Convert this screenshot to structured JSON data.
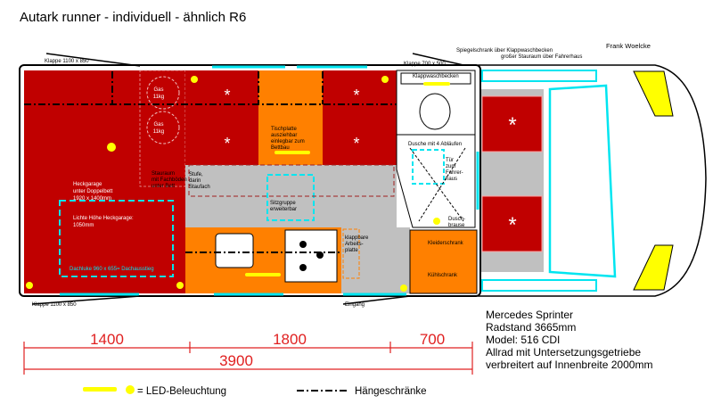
{
  "title": "Autark runner - individuell -  ähnlich R6",
  "author": "Frank Woelcke",
  "labels": {
    "klappe_top_left": "Klappe 1100 x 850",
    "klappe_bottom_left": "Klappe 1100 x 850",
    "klappe_top_right": "Klappe 700 x 500",
    "spiegelschrank": "Spiegelschrank über Klappwaschbecken",
    "stauraum_fahrerhaus": "großer Stauraum über Fahrerhaus",
    "klappwaschbecken": "Klappwaschbecken",
    "gas1": [
      "Gas",
      "11kg"
    ],
    "gas2": [
      "Gas",
      "11kg"
    ],
    "heckgarage": [
      "Heckgarage",
      "unter Doppelbett",
      "1920 x 1400mm"
    ],
    "lichte_hoehe": [
      "Lichte Höhe Heckgarage:",
      "1050mm"
    ],
    "dachluke": "Dachluke 960 x 655= Dachausstieg",
    "stauraum": [
      "Stauraum",
      "mit Fachböden",
      "unter Bett"
    ],
    "stufe": [
      "Stufe,",
      "darin",
      "Staufach"
    ],
    "tischplatte": [
      "Tischplatte",
      "ausziehbar",
      "einlegbar zum",
      "Bettbau"
    ],
    "sitzgruppe": [
      "Sitzgruppe",
      "erweiterbar"
    ],
    "arbeitsplatte": [
      "klappbare",
      "Arbeits-",
      "platte"
    ],
    "dusche": "Dusche mit 4 Abläufen",
    "tuer": [
      "Tür",
      "zum",
      "Fahrer-",
      "haus"
    ],
    "duschbrause": [
      "Dusch-",
      "brause"
    ],
    "kleiderschrank": "Kleiderschrank",
    "kuehlschrank": "Kühlschrank",
    "eingang": "Eingang"
  },
  "dimensions": {
    "segments": [
      "1400",
      "1800",
      "700"
    ],
    "total": "3900"
  },
  "vehicle_info": [
    "Mercedes Sprinter",
    "Radstand 3665mm",
    "Model: 516 CDI",
    "Allrad mit Untersetzungsgetriebe",
    "verbreitert auf Innenbreite 2000mm"
  ],
  "legend": {
    "led": "= LED-Beleuchtung",
    "haengeschraenke": "Hängeschränke"
  },
  "colors": {
    "red": "#c00000",
    "orange": "#ff8000",
    "gray": "#c0c0c0",
    "cyan": "#00e5f0",
    "yellow": "#ffff00",
    "dim_red": "#e02020"
  }
}
